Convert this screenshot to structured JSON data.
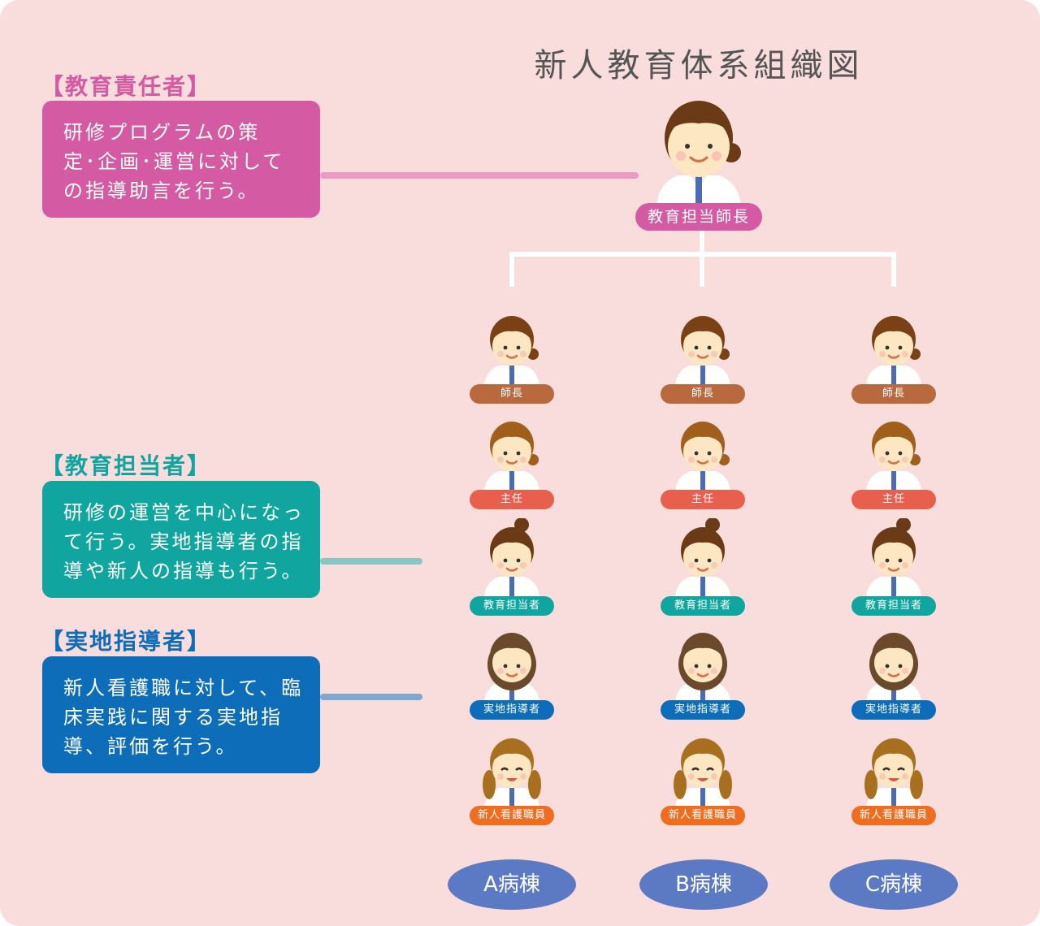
{
  "title": "新人教育体系組織図",
  "roles": {
    "responsible": {
      "heading": "【教育責任者】",
      "lines": [
        "研修プログラムの策",
        "定･企画･運営に対して",
        "の指導助言を行う。"
      ],
      "color": "#d35aa3",
      "connector_color": "#e99bc3"
    },
    "coordinator": {
      "heading": "【教育担当者】",
      "lines": [
        "研修の運営を中心になっ",
        "て行う。実地指導者の指",
        "導や新人の指導も行う。"
      ],
      "color": "#11a5a0",
      "connector_color": "#85c7c5"
    },
    "preceptor": {
      "heading": "【実地指導者】",
      "lines": [
        "新人看護職に対して、臨",
        "床実践に関する実地指",
        "導、評価を行う。"
      ],
      "color": "#0d6db8",
      "connector_color": "#7ea8cf"
    }
  },
  "head": {
    "label": "教育担当師長"
  },
  "staff_levels": [
    {
      "label": "師長",
      "color": "#b9693e",
      "hair": "#7a4214"
    },
    {
      "label": "主任",
      "color": "#e95f4e",
      "hair": "#a0601c"
    },
    {
      "label": "教育担当者",
      "color": "#11a5a0",
      "hair": "#6b3a16"
    },
    {
      "label": "実地指導者",
      "color": "#0d6db8",
      "hair": "#6a4a2a"
    },
    {
      "label": "新人看護職員",
      "color": "#ee6d1f",
      "hair": "#a8701e"
    }
  ],
  "wards": [
    "A病棟",
    "B病棟",
    "C病棟"
  ],
  "colors": {
    "background": "#f9dcdc",
    "ward_fill": "#5c79c3",
    "tree_line": "#ffffff",
    "skin": "#fde7c2",
    "tie": "#4b6cb0"
  }
}
